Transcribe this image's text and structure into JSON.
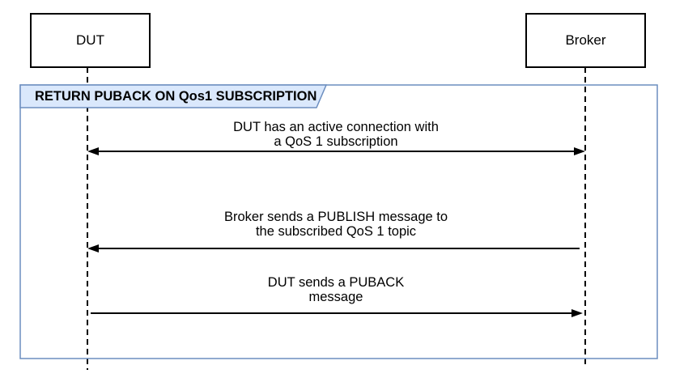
{
  "diagram": {
    "frame": {
      "title": "RETURN PUBACK ON Qos1 SUBSCRIPTION"
    },
    "actors": [
      {
        "id": "dut",
        "label": "DUT"
      },
      {
        "id": "broker",
        "label": "Broker"
      }
    ],
    "messages": [
      {
        "text": "DUT has an active connection with\na QoS 1 subscription",
        "from": "DUT",
        "to": "Broker",
        "arrow": "bidirectional"
      },
      {
        "text": "Broker sends a PUBLISH message to\nthe subscribed QoS 1 topic",
        "from": "Broker",
        "to": "DUT",
        "arrow": "left"
      },
      {
        "text": "DUT sends a PUBACK\nmessage",
        "from": "DUT",
        "to": "Broker",
        "arrow": "right"
      }
    ],
    "colors": {
      "frame_border": "#6c8ebf",
      "label_fill": "#dae8fc",
      "stroke": "#000000",
      "background": "#ffffff"
    }
  }
}
